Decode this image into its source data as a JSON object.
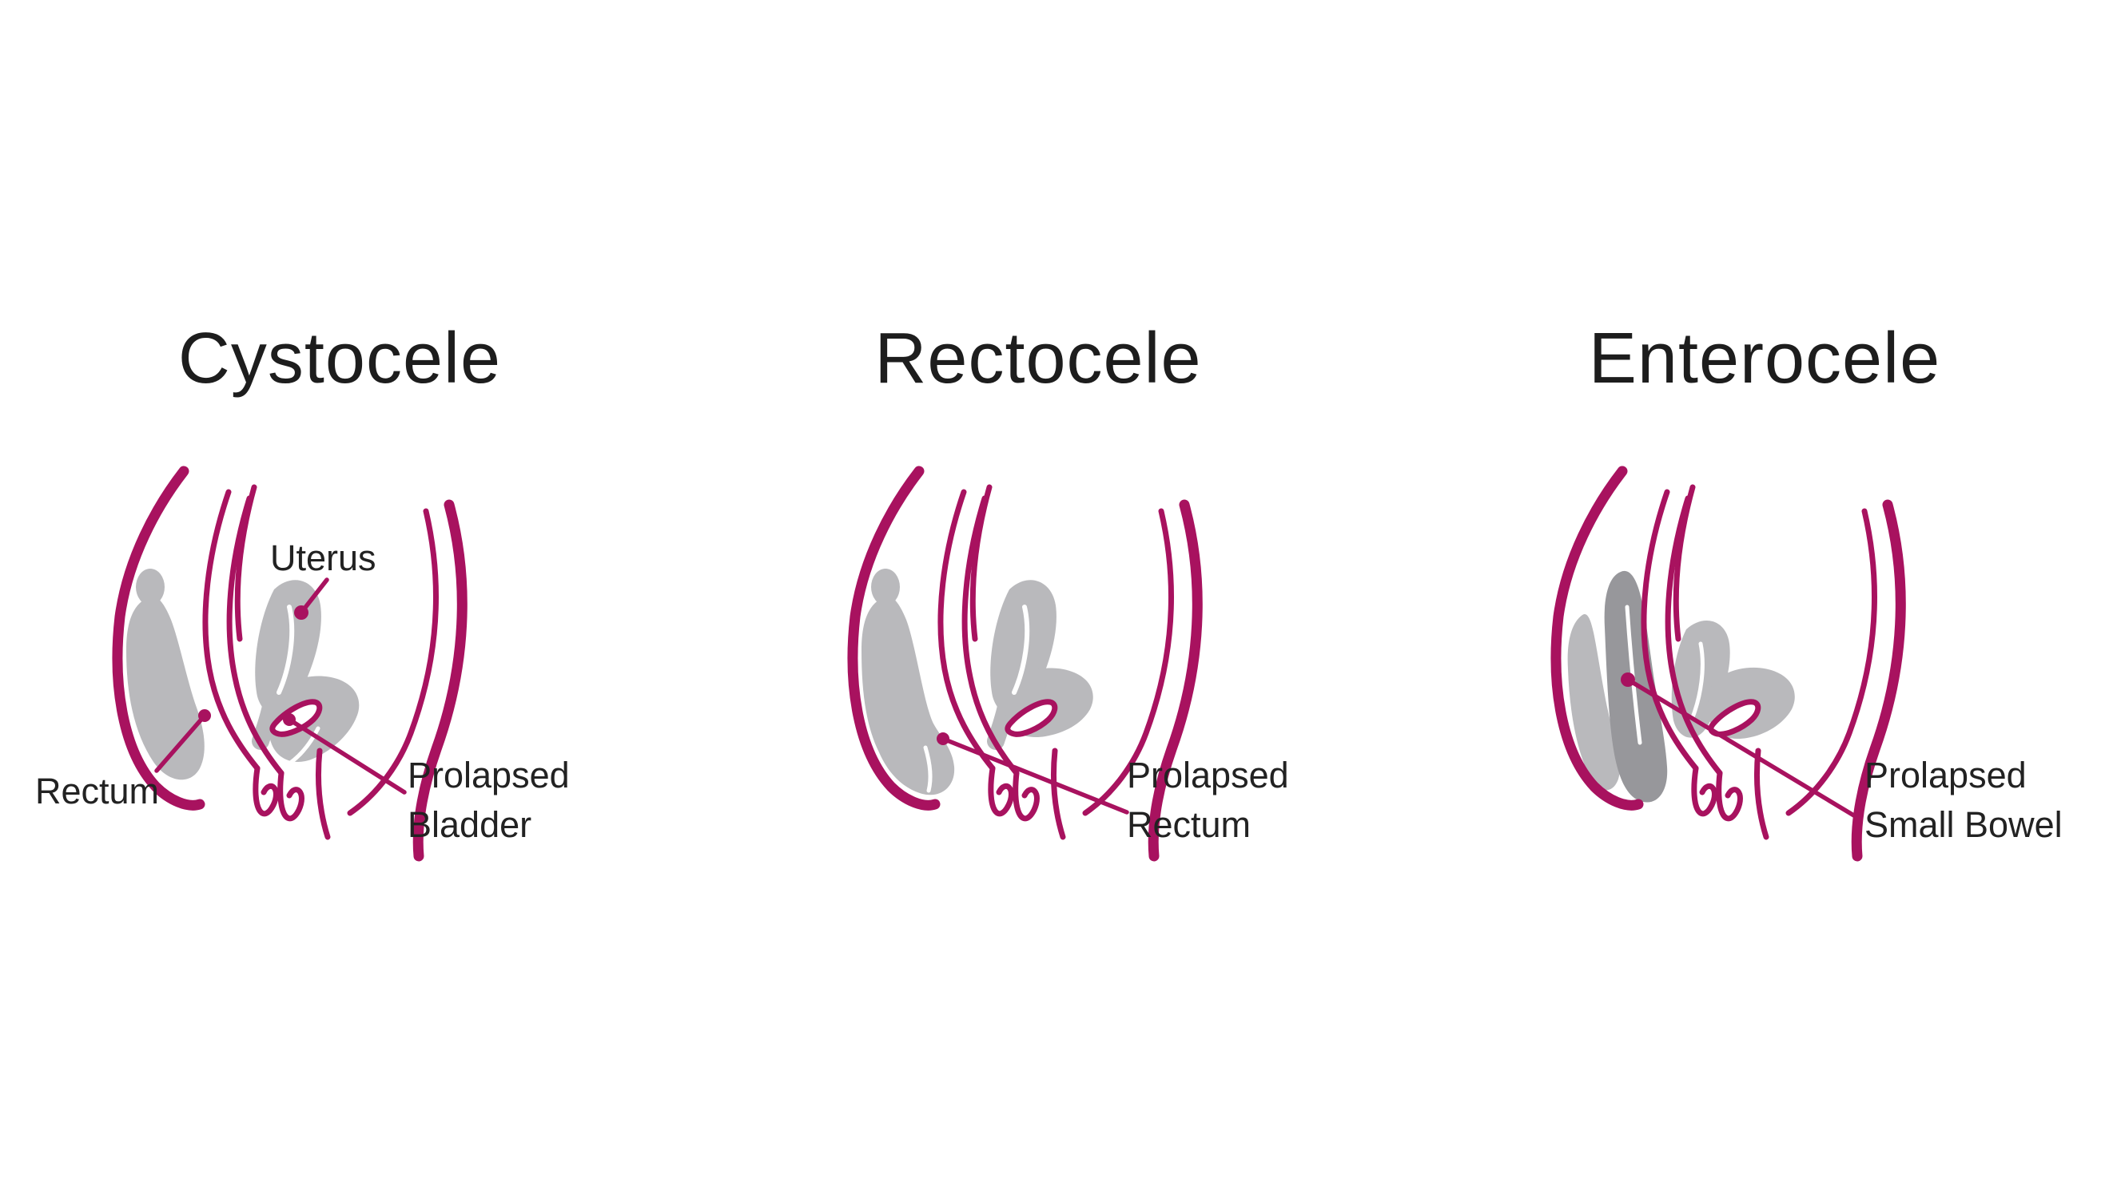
{
  "page": {
    "background": "#ffffff",
    "description": "Three-panel medical line-art infographic of pelvic organ prolapse types"
  },
  "colors": {
    "outline_magenta": "#a8125f",
    "organ_gray": "#b9b9bc",
    "organ_dark_gray": "#97979b",
    "text_dark": "#1d1d1d",
    "label_dark": "#222222"
  },
  "panels": [
    {
      "title": "Cystocele",
      "labels": {
        "uterus": "Uterus",
        "rectum": "Rectum",
        "prolapsed_line1": "Prolapsed",
        "prolapsed_line2": "Bladder"
      }
    },
    {
      "title": "Rectocele",
      "labels": {
        "prolapsed_line1": "Prolapsed",
        "prolapsed_line2": "Rectum"
      }
    },
    {
      "title": "Enterocele",
      "labels": {
        "prolapsed_line1": "Prolapsed",
        "prolapsed_line2": "Small Bowel"
      }
    }
  ]
}
